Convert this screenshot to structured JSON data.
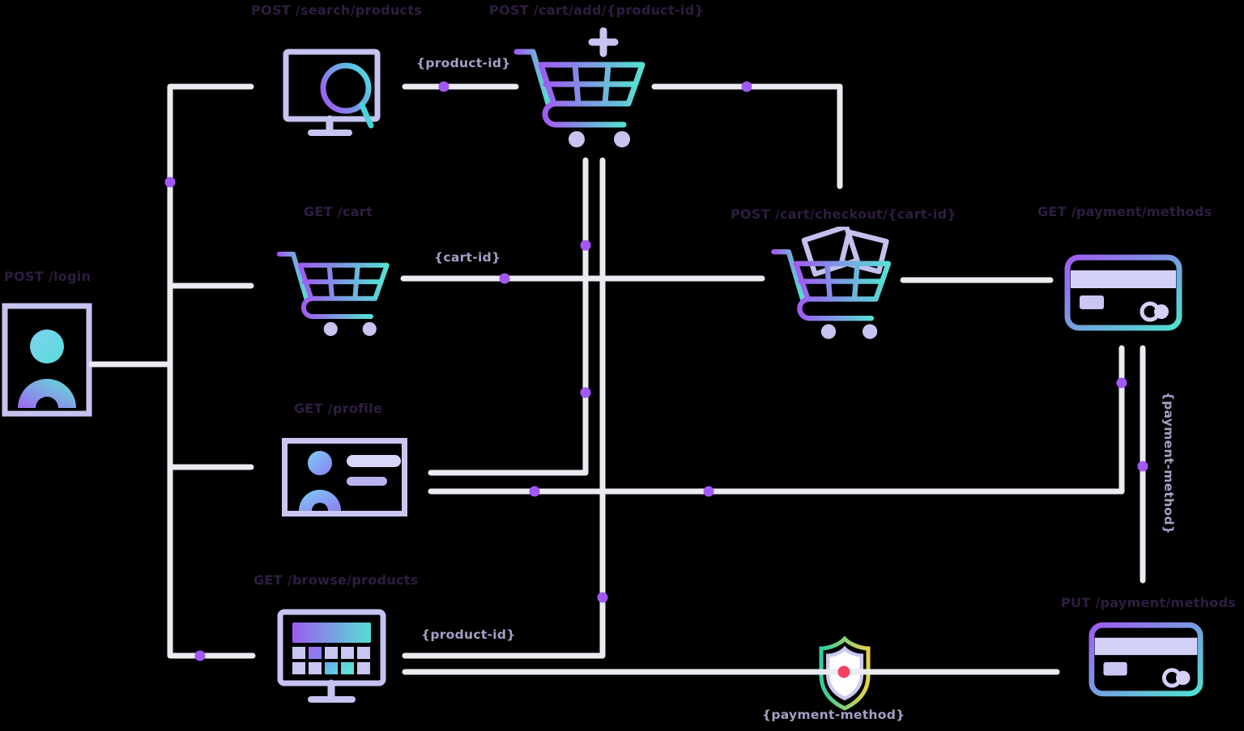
{
  "diagram": {
    "title": "e-commerce API flow",
    "background": "#000000",
    "colors": {
      "endpoint_label": "#2e1d41",
      "edge_label": "#a3a1c6",
      "connector_line": "#ebebf2",
      "waypoint_dot": "#a259f7",
      "icon_lavender": "#c7c4f0",
      "gradient_purple": "#a05cf2",
      "gradient_teal": "#55e0d2",
      "shield_green": "#2ecf9f",
      "shield_yellow": "#e7d14b",
      "shield_center_dot": "#f4415f"
    },
    "nodes": {
      "login": {
        "label": "POST /login",
        "icon": "user-icon"
      },
      "search": {
        "label": "POST /search/products",
        "icon": "search-monitor-icon"
      },
      "cart_add": {
        "label": "POST /cart/add/{product-id}",
        "icon": "add-to-cart-icon"
      },
      "cart": {
        "label": "GET /cart",
        "icon": "cart-icon"
      },
      "checkout": {
        "label": "POST /cart/checkout/{cart-id}",
        "icon": "checkout-cart-icon"
      },
      "payment_get": {
        "label": "GET /payment/methods",
        "icon": "credit-card-icon"
      },
      "profile": {
        "label": "GET /profile",
        "icon": "id-card-icon"
      },
      "browse": {
        "label": "GET /browse/products",
        "icon": "product-grid-monitor-icon"
      },
      "payment_put": {
        "label": "PUT /payment/methods",
        "icon": "credit-card-icon"
      },
      "security": {
        "label": "",
        "icon": "shield-icon"
      }
    },
    "edge_labels": {
      "product_id_search": "{product-id}",
      "cart_id": "{cart-id}",
      "product_id_browse": "{product-id}",
      "payment_method_bottom": "{payment-method}",
      "payment_method_right": "{payment-method}"
    }
  }
}
